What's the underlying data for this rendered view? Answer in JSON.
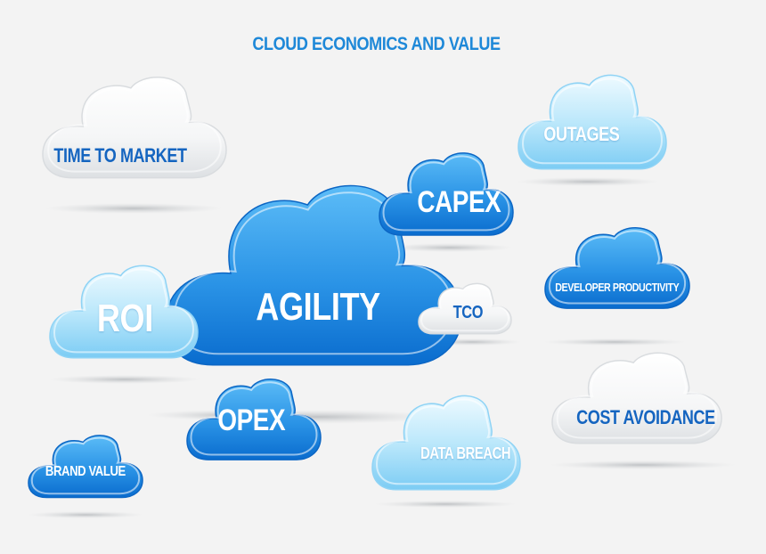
{
  "title": "CLOUD ECONOMICS AND VALUE",
  "colors": {
    "title_blue": "#1e88d8",
    "deep_blue_top": "#52b6f5",
    "deep_blue_bottom": "#0a6fd0",
    "light_blue_top": "#e6f7ff",
    "light_blue_bottom": "#7fd0f6",
    "white_top": "#ffffff",
    "white_bottom": "#e3e5e7",
    "text_dark_blue": "#1565c0",
    "text_white": "#ffffff"
  },
  "clouds": {
    "time_to_market": {
      "label": "TIME TO MARKET",
      "style": "white"
    },
    "outages": {
      "label": "OUTAGES",
      "style": "light"
    },
    "capex": {
      "label": "CAPEX",
      "style": "deep"
    },
    "agility": {
      "label": "AGILITY",
      "style": "deep"
    },
    "tco": {
      "label": "TCO",
      "style": "white"
    },
    "roi": {
      "label": "ROI",
      "style": "light"
    },
    "developer_productivity": {
      "label": "DEVELOPER PRODUCTIVITY",
      "style": "deep"
    },
    "cost_avoidance": {
      "label": "COST AVOIDANCE",
      "style": "white"
    },
    "opex": {
      "label": "OPEX",
      "style": "deep"
    },
    "data_breach": {
      "label": "DATA BREACH",
      "style": "light"
    },
    "brand_value": {
      "label": "BRAND VALUE",
      "style": "deep"
    }
  }
}
